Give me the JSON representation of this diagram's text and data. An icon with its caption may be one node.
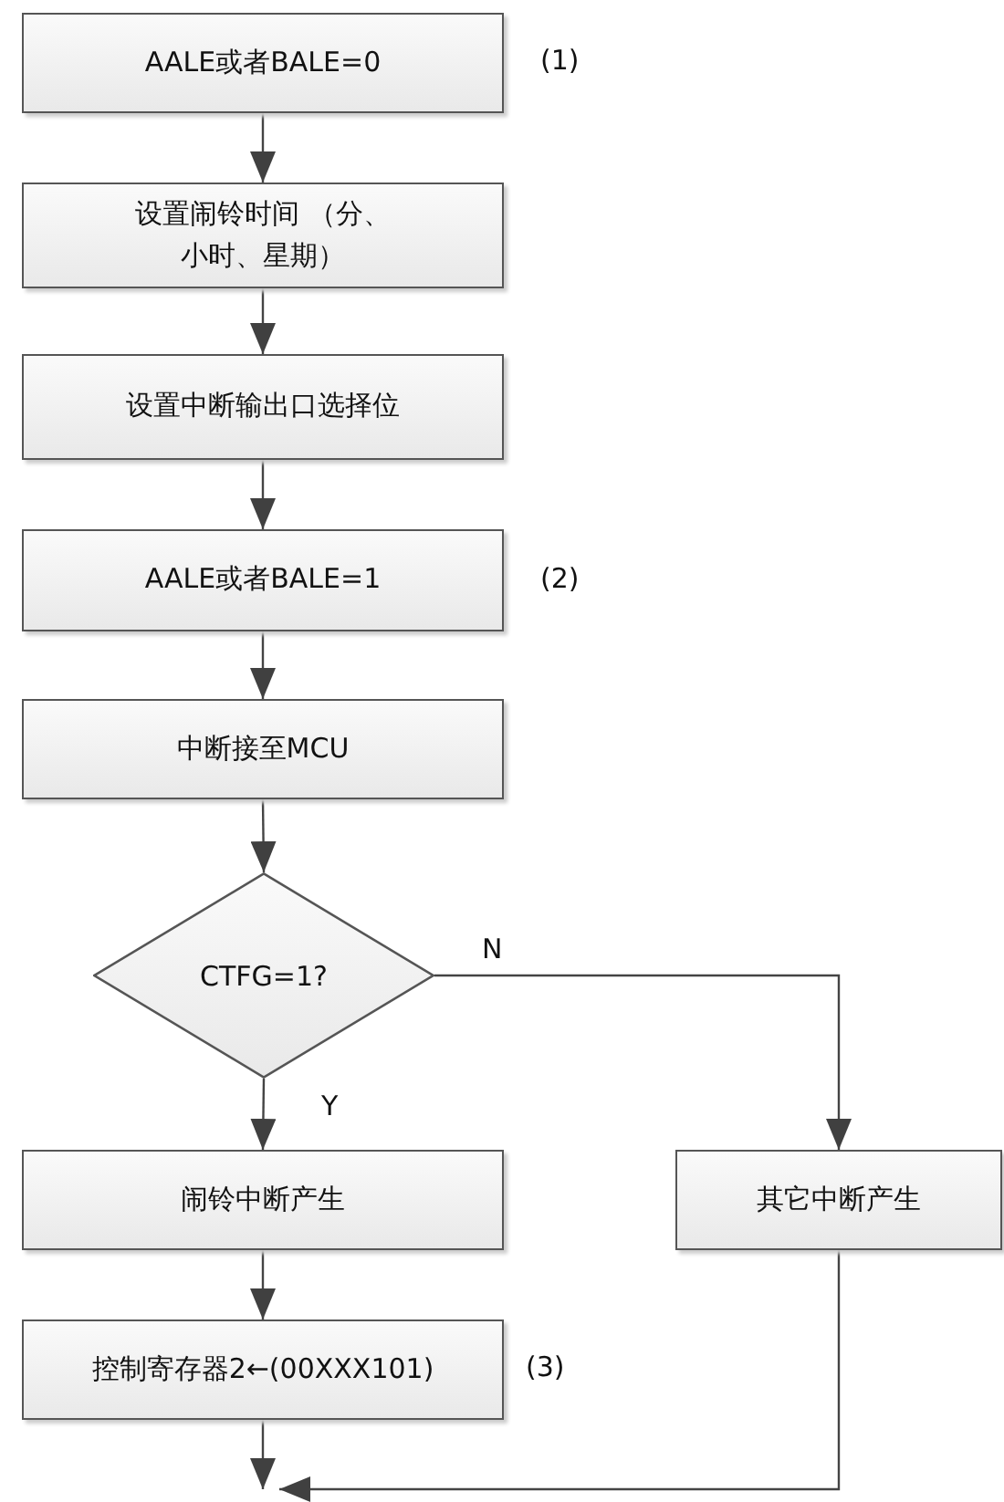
{
  "diagram": {
    "nodes": [
      {
        "text": [
          "AALE或者BALE=0"
        ],
        "beside": [
          "(1)"
        ]
      },
      {
        "text": [
          "设置闹铃时间 （分、小时、星期）"
        ]
      },
      {
        "text": [
          "设置中断输出口选择位"
        ]
      },
      {
        "text": [
          "AALE或者BALE=1"
        ],
        "beside": [
          "(2)"
        ]
      },
      {
        "text": [
          "中断接至MCU"
        ]
      },
      {
        "text": [
          "CTFG=1?"
        ]
      },
      {
        "text": [
          "闹铃中断产生"
        ]
      },
      {
        "text": [
          "其它中断产生"
        ]
      },
      {
        "text": [
          "控制寄存器2←(00XXX101)"
        ],
        "beside": [
          "(3)"
        ]
      }
    ],
    "edges": [
      {
        "from": 0,
        "to": 1,
        "arrow": "to"
      },
      {
        "from": 1,
        "to": 2,
        "arrow": "to"
      },
      {
        "from": 2,
        "to": 3,
        "arrow": "to"
      },
      {
        "from": 3,
        "to": 4,
        "arrow": "to"
      },
      {
        "from": 4,
        "to": 5,
        "arrow": "to"
      },
      {
        "from": 5,
        "to": 6,
        "arrow": "to",
        "label": "Y"
      },
      {
        "from": 5,
        "to": 7,
        "arrow": "to",
        "label": "N"
      },
      {
        "from": 6,
        "to": 8,
        "arrow": "to"
      },
      {
        "from": 8,
        "to": null,
        "arrow": "to"
      },
      {
        "from": 7,
        "to": null,
        "arrow": "to"
      }
    ]
  }
}
